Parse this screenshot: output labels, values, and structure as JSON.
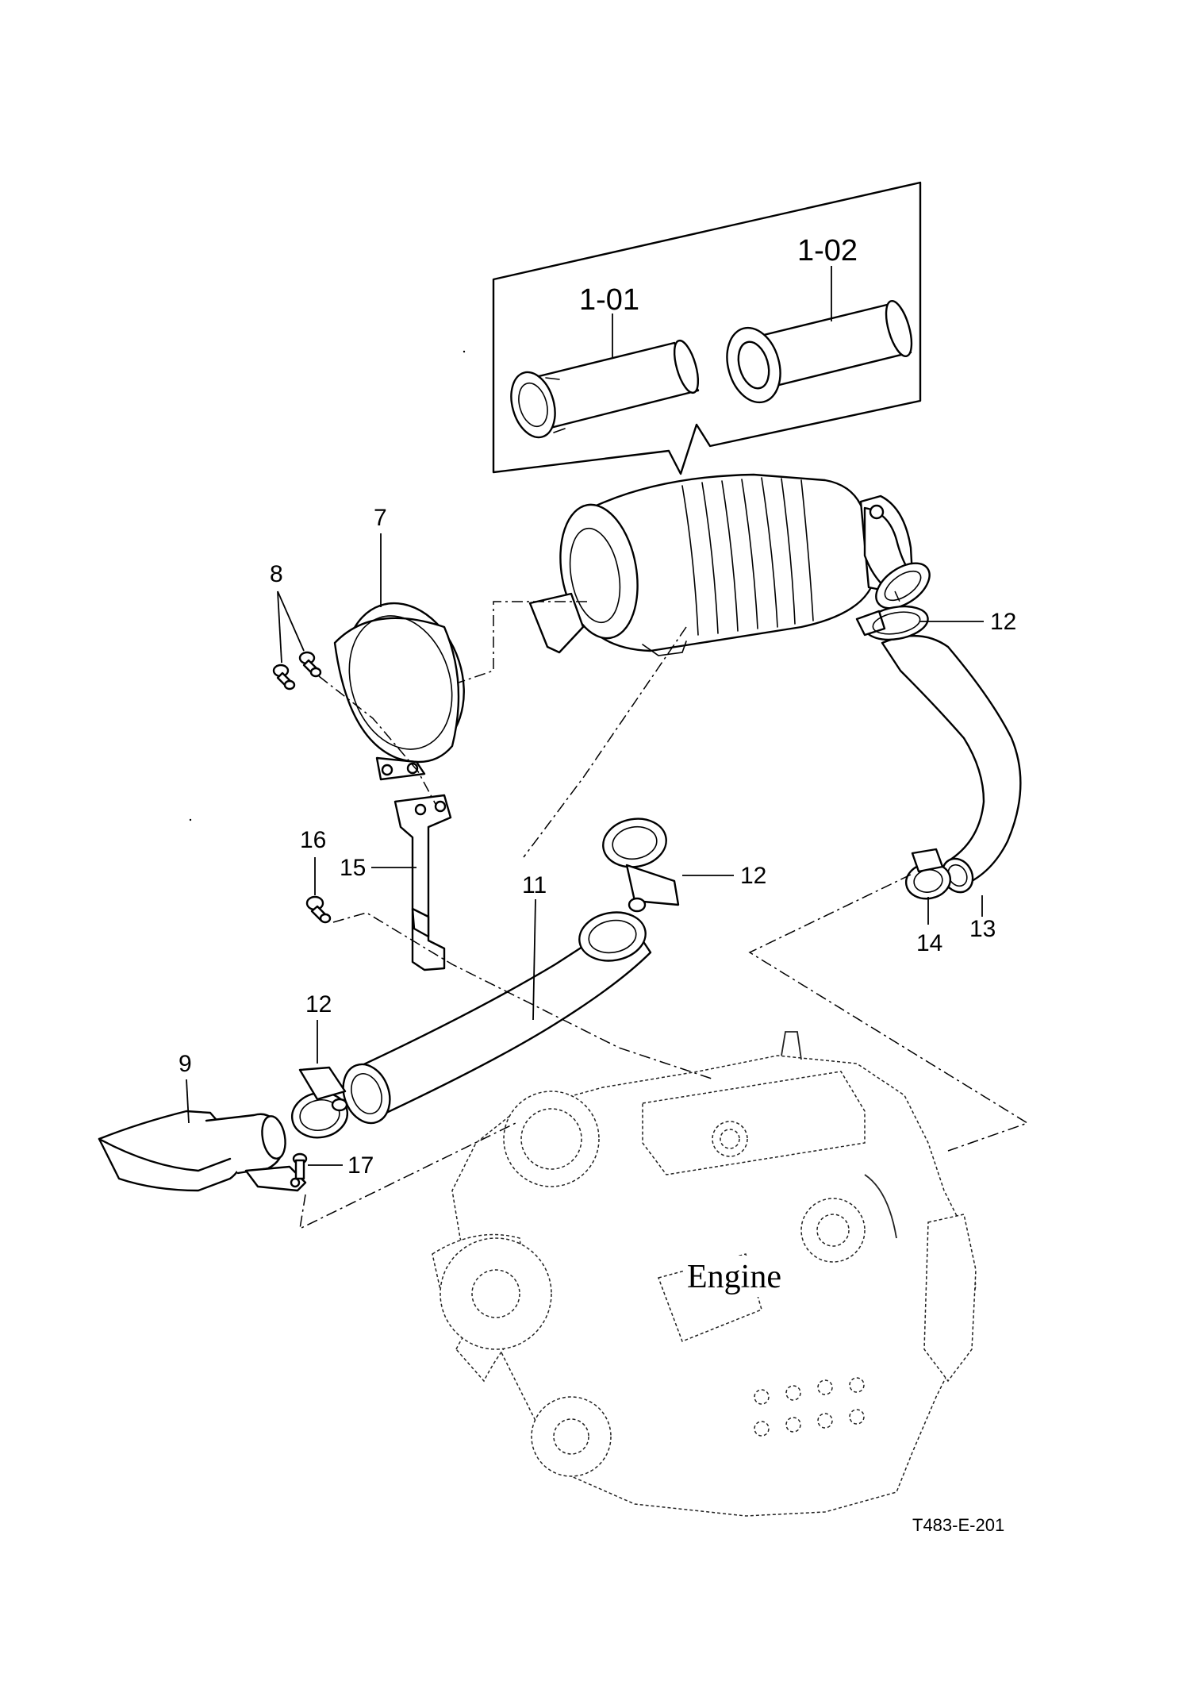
{
  "callouts": {
    "c1_01": "1-01",
    "c1_02": "1-02",
    "c7": "7",
    "c8": "8",
    "c12_a": "12",
    "c12_b": "12",
    "c12_c": "12",
    "c13": "13",
    "c14": "14",
    "c15": "15",
    "c16": "16",
    "c11": "11",
    "c9": "9",
    "c17": "17"
  },
  "engine_label": "Engine",
  "drawing_number": "T483-E-201"
}
